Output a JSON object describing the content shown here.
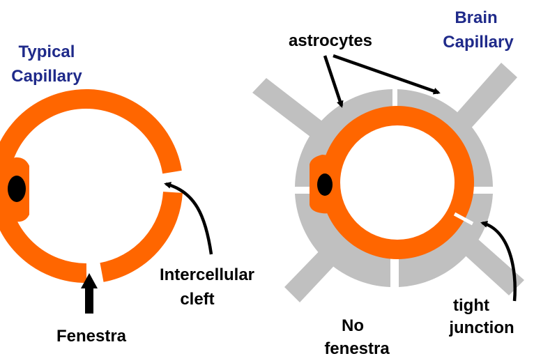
{
  "typical": {
    "title_line1": "Typical",
    "title_line2": "Capillary",
    "cleft_line1": "Intercellular",
    "cleft_line2": "cleft",
    "fenestra": "Fenestra"
  },
  "brain": {
    "title_line1": "Brain",
    "title_line2": "Capillary",
    "astrocytes": "astrocytes",
    "tight_line1": "tight",
    "tight_line2": "junction",
    "no_fenestra_line1": "No",
    "no_fenestra_line2": "fenestra"
  },
  "colors": {
    "title": "#1f2a8a",
    "endothelium": "#ff6600",
    "astrocyte": "#c0c0c0",
    "nucleus": "#000000",
    "label": "#000000"
  }
}
